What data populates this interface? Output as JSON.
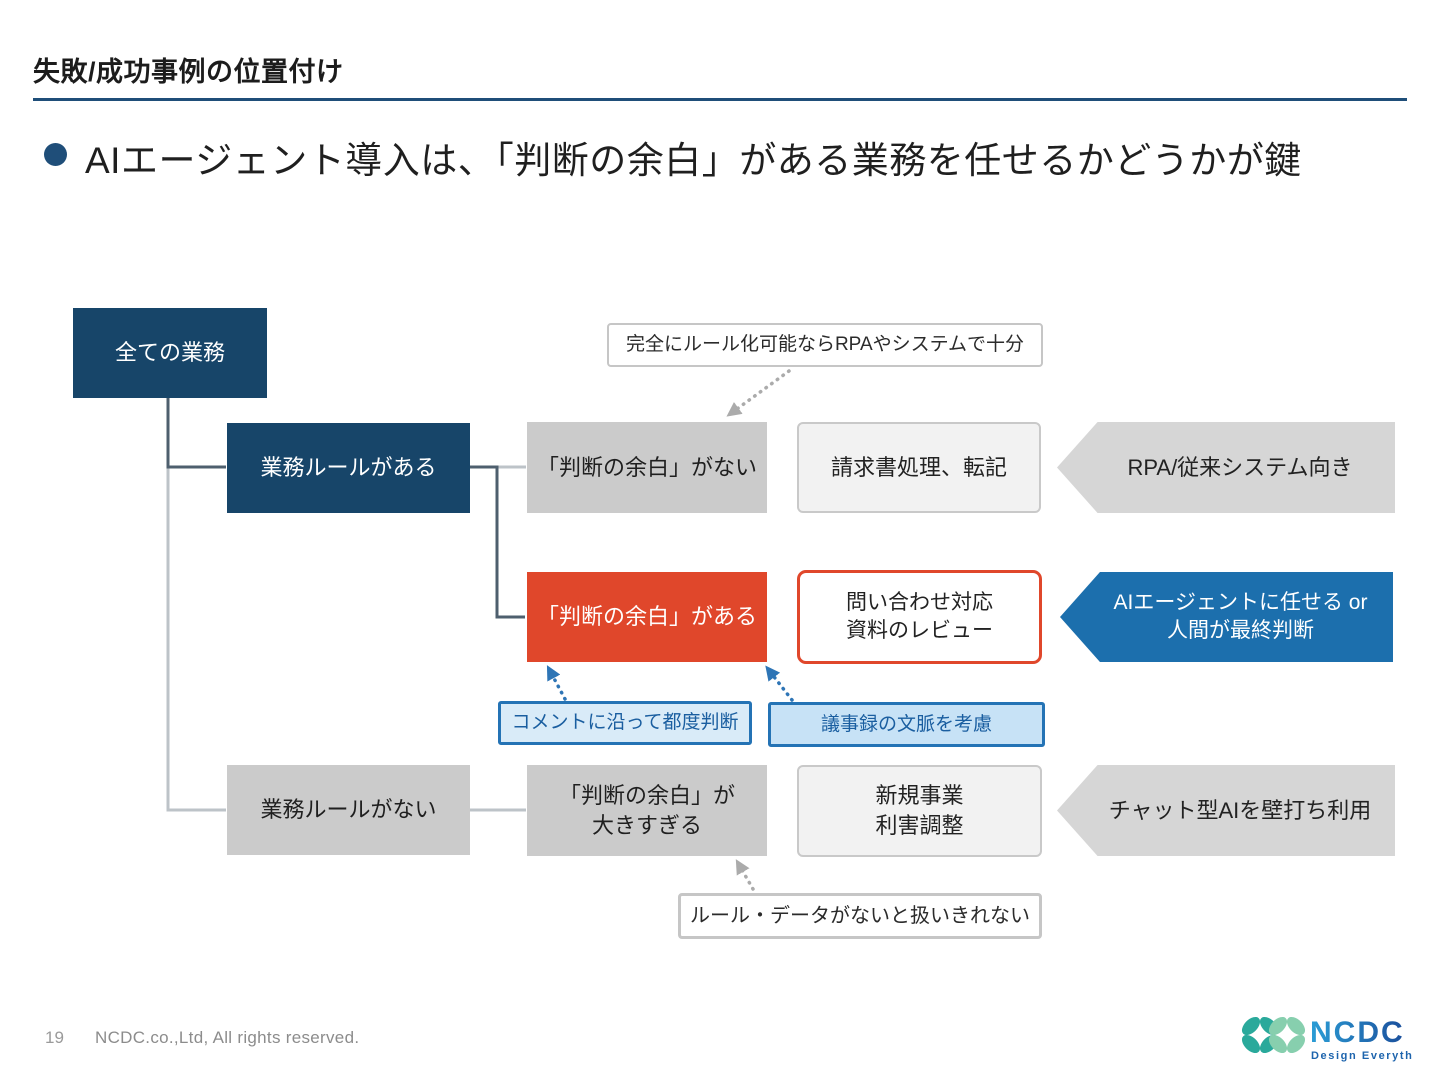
{
  "slide": {
    "title": "失敗/成功事例の位置付け",
    "bullet": "AIエージェント導入は、「判断の余白」がある業務を任せるかどうかが鍵"
  },
  "diagram": {
    "root": "全ての業務",
    "rules_yes": "業務ルールがある",
    "rules_no": "業務ルールがない",
    "no_margin": "「判断の余白」がない",
    "has_margin": "「判断の余白」がある",
    "too_much_margin_line1": "「判断の余白」が",
    "too_much_margin_line2": "大きすぎる",
    "example_invoice": "請求書処理、転記",
    "example_inquiry_line1": "問い合わせ対応",
    "example_inquiry_line2": "資料のレビュー",
    "example_newbiz_line1": "新規事業",
    "example_newbiz_line2": "利害調整",
    "arrow_rpa": "RPA/従来システム向き",
    "arrow_ai_line1": "AIエージェントに任せる or",
    "arrow_ai_line2": "人間が最終判断",
    "arrow_chat": "チャット型AIを壁打ち利用",
    "callout_top": "完全にルール化可能ならRPAやシステムで十分",
    "callout_comment": "コメントに沿って都度判断",
    "callout_minutes": "議事録の文脈を考慮",
    "callout_bottom": "ルール・データがないと扱いきれない"
  },
  "footer": {
    "page_number": "19",
    "copyright": "NCDC.co.,Ltd, All rights reserved.",
    "logo_text": "NCDC",
    "logo_tagline": "Design Everything"
  },
  "colors": {
    "navy": "#174569",
    "red": "#E0472B",
    "blue_arrow": "#1C6FAD",
    "gray_box": "#CBCBCB",
    "example_box_fill": "#F2F2F2",
    "arrow_gray": "#D6D6D6",
    "callout_blue_border": "#2473B5",
    "callout_blue_fill_left": "#D9EBF8",
    "callout_blue_fill_right": "#C7E2F6",
    "title_underline": "#1F4E79",
    "connector_dark": "#4E5F6E",
    "connector_light": "#BDC3C8",
    "dotted_gray": "#ABABAB",
    "dotted_blue": "#2E75B6"
  }
}
